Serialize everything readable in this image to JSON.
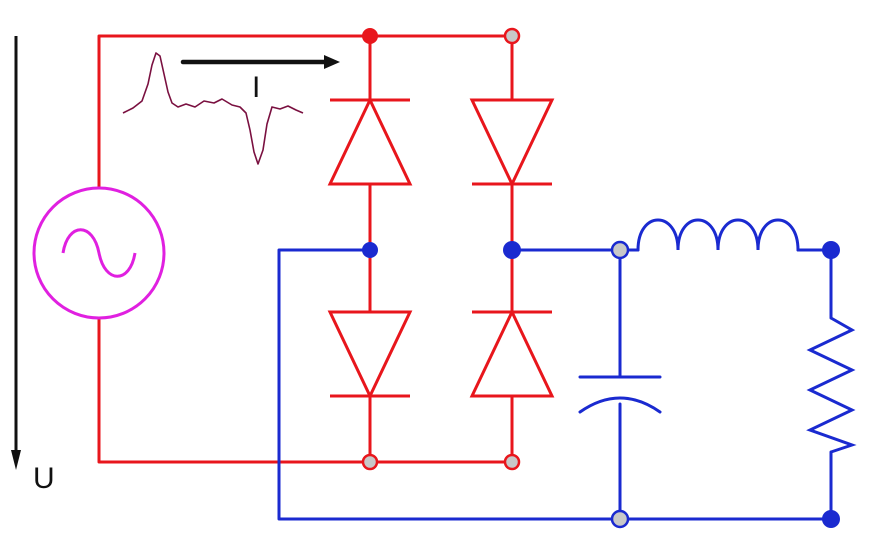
{
  "labels": {
    "voltage": "U",
    "current": "I"
  },
  "colors": {
    "ac_side": "#e8161c",
    "dc_side": "#1a2ad0",
    "source": "#e020e0",
    "waveform": "#7a1040",
    "arrows": "#111111",
    "hollow_node_fill": "#c8c8c8"
  },
  "components": {
    "source": "ac-voltage-source",
    "bridge": [
      "diode",
      "diode",
      "diode",
      "diode"
    ],
    "filter": [
      "capacitor",
      "inductor",
      "resistor"
    ]
  }
}
